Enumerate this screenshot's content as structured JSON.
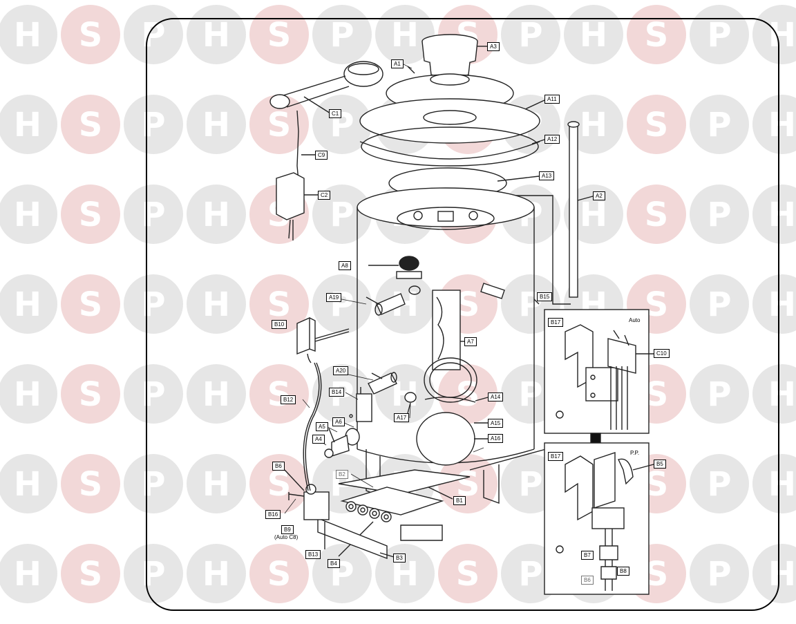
{
  "watermark": {
    "letters": [
      "H",
      "S",
      "P"
    ],
    "circle_color": "#e6e6e6",
    "accent_circle_color": "#f2d8d8",
    "letter_color": "#ffffff"
  },
  "inset_titles": {
    "auto": "Auto",
    "pp": "P.P."
  },
  "labels": {
    "A3": "A3",
    "A1": "A1",
    "C1": "C1",
    "A11": "A11",
    "A12": "A12",
    "C9": "C9",
    "A13": "A13",
    "C2": "C2",
    "A2": "A2",
    "A8": "A8",
    "A19": "A19",
    "B15": "B15",
    "B10": "B10",
    "A7": "A7",
    "B17a": "B17",
    "C10": "C10",
    "A20": "A20",
    "B14": "B14",
    "B12": "B12",
    "A14": "A14",
    "A17": "A17",
    "A6": "A6",
    "A5": "A5",
    "A15": "A15",
    "A4": "A4",
    "A16": "A16",
    "B17b": "B17",
    "B5": "B5",
    "B6": "B6",
    "B2": "B2",
    "B1": "B1",
    "B16": "B16",
    "B9": "B9",
    "AutoC8": "(Auto C8)",
    "B13": "B13",
    "B3": "B3",
    "B4": "B4",
    "B7": "B7",
    "B8": "B8",
    "B6b": "B6"
  }
}
